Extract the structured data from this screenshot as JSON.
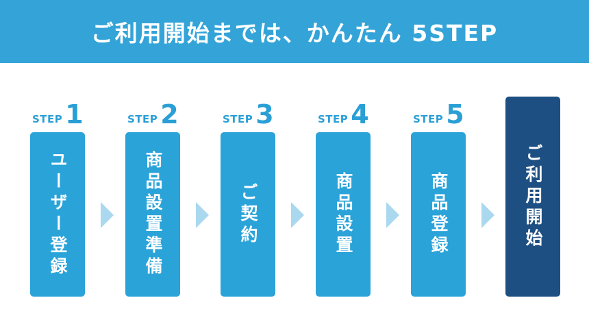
{
  "header": {
    "title": "ご利用開始までは、かんたん 5STEP"
  },
  "steps": [
    {
      "label_word": "STEP",
      "label_num": "1",
      "text": "ユーザー登録"
    },
    {
      "label_word": "STEP",
      "label_num": "2",
      "text": "商品設置準備"
    },
    {
      "label_word": "STEP",
      "label_num": "3",
      "text": "ご契約"
    },
    {
      "label_word": "STEP",
      "label_num": "4",
      "text": "商品設置"
    },
    {
      "label_word": "STEP",
      "label_num": "5",
      "text": "商品登録"
    }
  ],
  "final": {
    "text": "ご利用開始"
  },
  "colors": {
    "banner": "#34a4d8",
    "step_box": "#2aa3d9",
    "final_box": "#1d4f82",
    "arrow": "#a9d8ef",
    "step_label": "#2a9fd6"
  },
  "icons": {
    "arrow": "triangle-right-arrow-icon"
  }
}
